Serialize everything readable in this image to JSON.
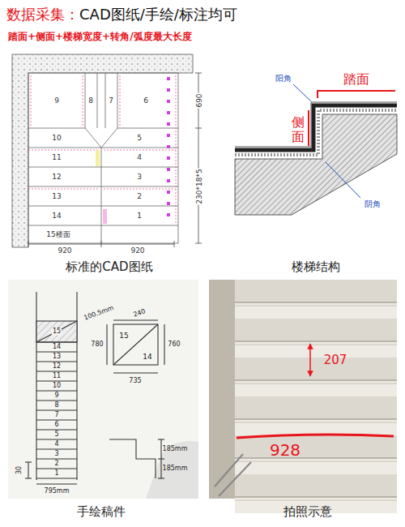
{
  "diagram": {
    "title": "数据采集：",
    "labels": [
      "CAD图纸/手绘/标注均可",
      "踏面+侧面+楼梯宽度+转角/弧度最大长度",
      "标准的CAD图纸",
      "楼梯结构",
      "手绘稿件",
      "拍照示意",
      "9",
      "8",
      "7",
      "6",
      "5",
      "4",
      "3",
      "2",
      "1",
      "10",
      "11",
      "12",
      "13",
      "14",
      "15楼面",
      "920",
      "920",
      "690",
      "230*18*5",
      "阳角",
      "踏面",
      "侧面",
      "阴角",
      "15",
      "14",
      "13",
      "12",
      "11",
      "10",
      "9",
      "8",
      "7",
      "6",
      "5",
      "4",
      "3",
      "2",
      "1",
      "100.5mm",
      "240",
      "780",
      "760",
      "15",
      "14",
      "735",
      "185mm",
      "185mm",
      "795mm",
      "30",
      "207",
      "928"
    ]
  }
}
